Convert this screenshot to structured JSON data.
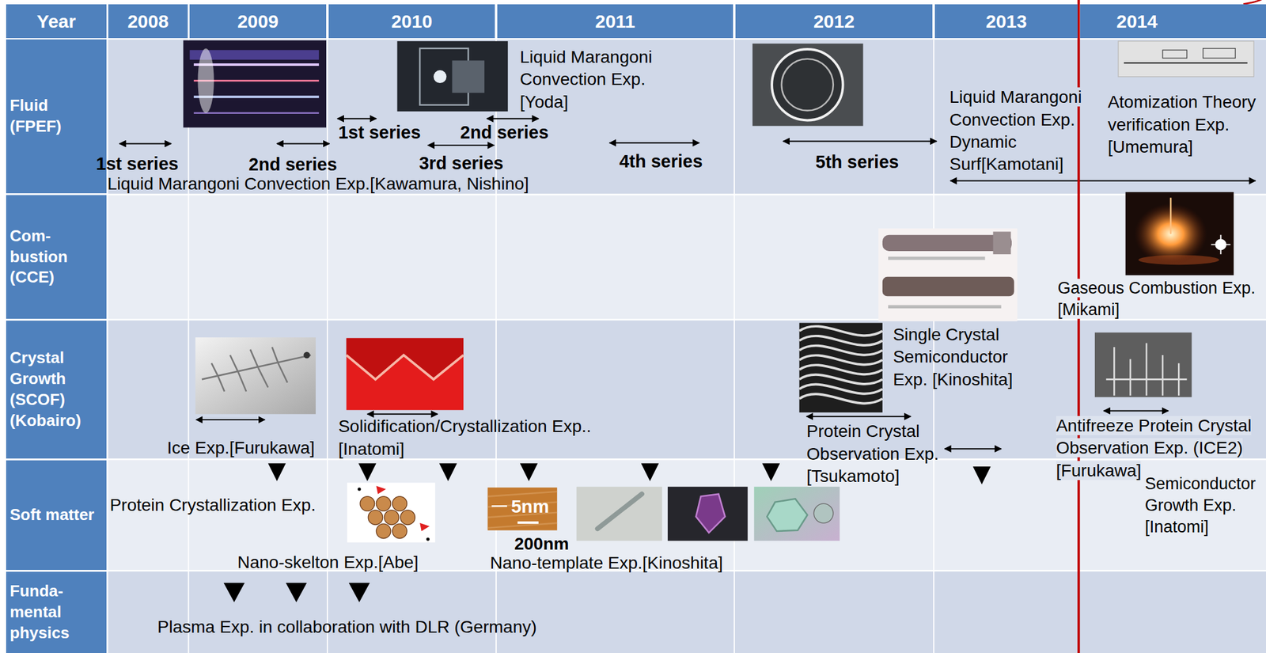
{
  "diagram": {
    "nodes": [
      {
        "text": [
          "Year"
        ]
      },
      {
        "text": [
          "2008"
        ]
      },
      {
        "text": [
          "2009"
        ]
      },
      {
        "text": [
          "2010"
        ]
      },
      {
        "text": [
          "2011"
        ]
      },
      {
        "text": [
          "2012"
        ]
      },
      {
        "text": [
          "2013"
        ]
      },
      {
        "text": [
          "2014"
        ]
      },
      {
        "text": [
          "Fluid (FPEF)"
        ]
      },
      {
        "text": [
          "Com- bustion (CCE)"
        ]
      },
      {
        "text": [
          "Crystal Growth (SCOF) (Kobairo)"
        ]
      },
      {
        "text": [
          "Soft matter"
        ]
      },
      {
        "text": [
          "Funda- mental physics"
        ]
      }
    ],
    "labels": [
      "Liquid Marangoni Convection Exp.[Yoda]",
      "1st series",
      "2nd series",
      "Liquid Marangoni Convection Exp. Dynamic Surf[Kamotani]",
      "Atomization Theory verification Exp. [Umemura]",
      "1st series",
      "2nd series",
      "3rd series",
      "4th series",
      "5th series",
      "Liquid Marangoni Convection Exp.[Kawamura, Nishino]",
      "Gaseous Combustion Exp. [Mikami]",
      "Single Crystal Semiconductor Exp. [Kinoshita]",
      "Solidification/Crystallization Exp.. [Inatomi]",
      "Antifreeze Protein Crystal Observation Exp. (ICE2) [Furukawa]",
      "Protein Crystal Observation Exp. [Tsukamoto]",
      "Ice Exp.[Furukawa]",
      "Semiconductor Growth Exp.[Inatomi]",
      "Protein Crystallization Exp.",
      "5nm",
      "200nm",
      "Nano-skelton Exp.[Abe]",
      "Nano-template Exp.[Kinoshita]",
      "Plasma Exp. in collaboration with DLR (Germany)"
    ]
  }
}
